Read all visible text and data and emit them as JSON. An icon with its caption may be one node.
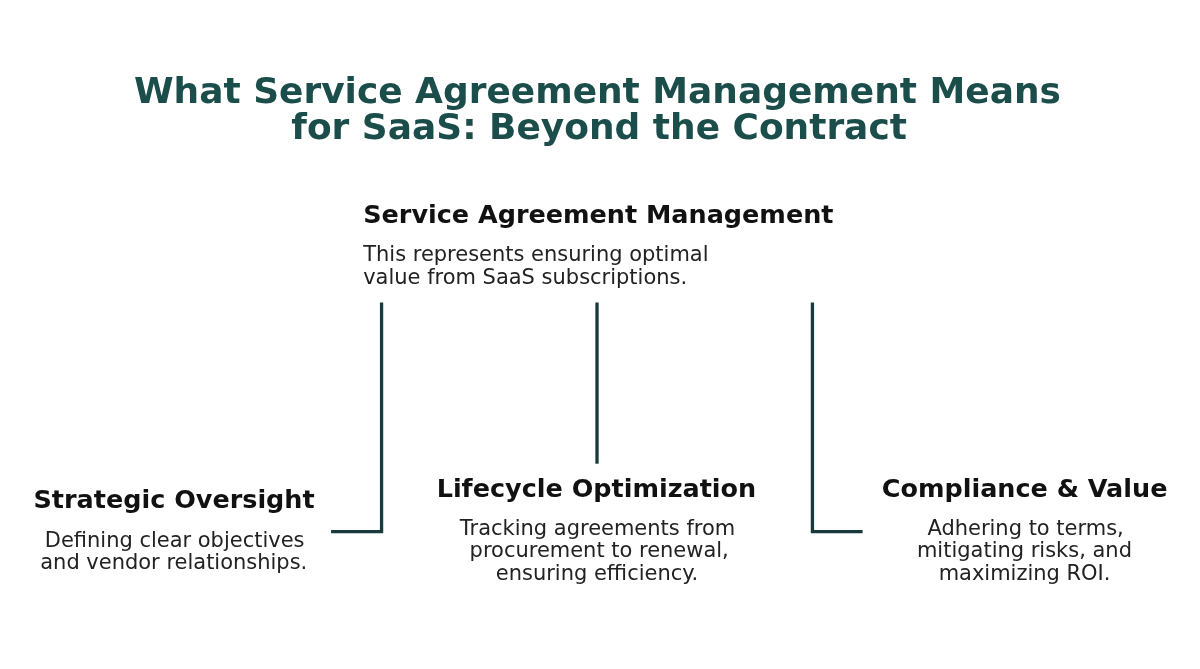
{
  "diagram": {
    "title": "What Service Agreement Management Means for SaaS: Beyond the Contract",
    "nodes": [
      {
        "text": [
          "Service Agreement Management",
          "This represents ensuring optimal value from SaaS subscriptions."
        ]
      },
      {
        "text": [
          "Strategic Oversight",
          "Defining clear objectives and vendor relationships."
        ]
      },
      {
        "text": [
          "Lifecycle Optimization",
          "Tracking agreements from procurement to renewal, ensuring efficiency."
        ]
      },
      {
        "text": [
          "Compliance & Value",
          "Adhering to terms, mitigating risks, and maximizing ROI."
        ]
      }
    ],
    "edges": [
      {
        "from": 0,
        "to": 1,
        "arrow": "none"
      },
      {
        "from": 0,
        "to": 2,
        "arrow": "none"
      },
      {
        "from": 0,
        "to": 3,
        "arrow": "none"
      }
    ]
  }
}
